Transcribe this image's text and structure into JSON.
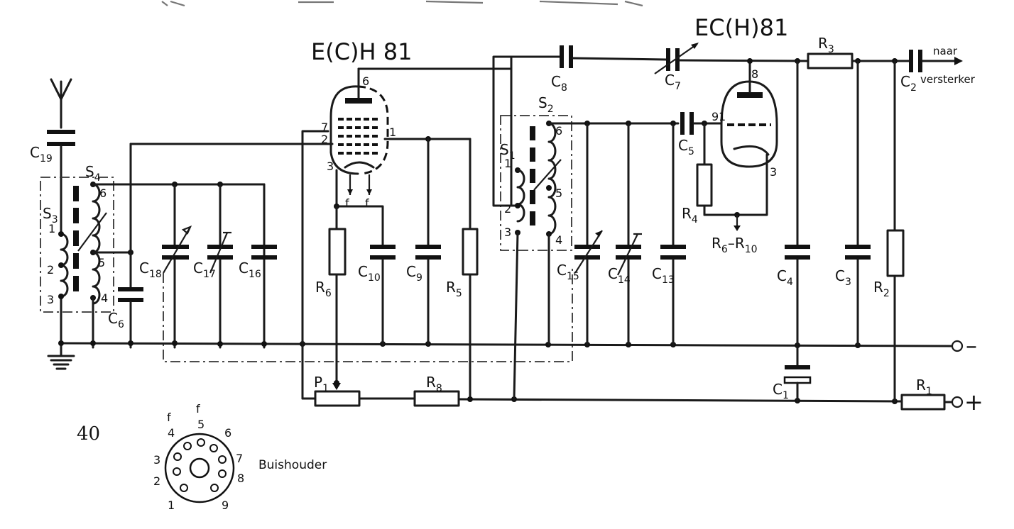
{
  "header_fragment": "...(illegible partial line at top edge)...",
  "tubes": {
    "mixer": "E(C)H 81",
    "oscillator": "EC(H)81"
  },
  "components": {
    "C1": "C1",
    "C2": "C2",
    "C3": "C3",
    "C4": "C4",
    "C5": "C5",
    "C6": "C6",
    "C7": "C7",
    "C8": "C8",
    "C9": "C9",
    "C10": "C10",
    "C13": "C13",
    "C14": "C14",
    "C15": "C15",
    "C16": "C16",
    "C17": "C17",
    "C18": "C18",
    "C19": "C19",
    "R1": "R1",
    "R2": "R2",
    "R3": "R3",
    "R4": "R4",
    "R5": "R5",
    "R6": "R6",
    "R8": "R8",
    "P1": "P1",
    "S1": "S1",
    "S2": "S2",
    "S3": "S3",
    "S4": "S4",
    "R6R10": "R6–R10"
  },
  "output_labels": {
    "naar": "naar",
    "versterker": "versterker"
  },
  "terminals": {
    "minus": "–",
    "plus": "+"
  },
  "page_number": "40",
  "socket": {
    "label": "Buishouder",
    "pins": [
      "1",
      "2",
      "3",
      "4",
      "5",
      "6",
      "7",
      "8",
      "9"
    ],
    "filament": "f"
  },
  "pins": {
    "heptode": {
      "p6": "6",
      "p7": "7",
      "p2": "2",
      "p1": "1",
      "p3": "3",
      "f": "f"
    },
    "triode": {
      "p8": "8",
      "p9": "9",
      "p1": "1",
      "p3": "3"
    },
    "coil_left": {
      "n1": "1",
      "n2": "2",
      "n3": "3",
      "n4": "4",
      "n5": "5",
      "n6": "6"
    },
    "coil_right": {
      "n1": "1",
      "n2": "2",
      "n3": "3",
      "n4": "4",
      "n5": "5",
      "n6": "6"
    }
  }
}
